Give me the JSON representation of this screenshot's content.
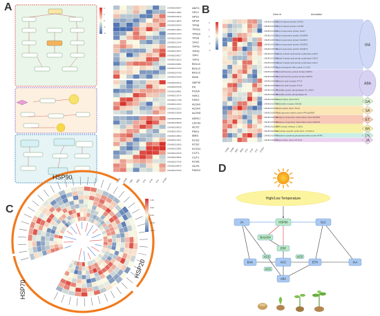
{
  "panel_letters": [
    "A",
    "B",
    "C",
    "D"
  ],
  "panel_a": {
    "scale_ticks": [
      "2",
      "1",
      "0",
      "-1",
      "-2"
    ],
    "columns": [
      "70HM",
      "70HM",
      "6M0",
      "3MQ",
      "2TO",
      "2TW",
      "2TC",
      "2TWO"
    ],
    "genes": [
      {
        "id": "CMHB1008067",
        "name": "AMY1.1"
      },
      {
        "id": "CMHB1014884",
        "name": "CEL1"
      },
      {
        "id": "CMHB1003912",
        "name": "SPS1"
      },
      {
        "id": "CMHB1018864",
        "name": "SPS4"
      },
      {
        "id": "CMHB1005604",
        "name": "TPS8"
      },
      {
        "id": "CMHB1019864",
        "name": "TPS11"
      },
      {
        "id": "CMHB1012154",
        "name": "TPS10"
      },
      {
        "id": "CMHB1019005",
        "name": "TPS9"
      },
      {
        "id": "CMHB1013144",
        "name": "TPS7"
      },
      {
        "id": "CMHB1002211",
        "name": "TPPD"
      },
      {
        "id": "CMHB1016057",
        "name": "TPPD"
      },
      {
        "id": "CMHB1009817",
        "name": "TPPI"
      },
      {
        "id": "CMHB1018222",
        "name": "TPP3"
      },
      {
        "id": "CMHB1009981",
        "name": "BGLU44"
      },
      {
        "id": "CMHB1016752",
        "name": "BGLU17"
      },
      {
        "id": "CMHB1007430",
        "name": "BGLU12"
      },
      {
        "id": "CMHB1029168",
        "name": "INVA"
      },
      {
        "id": "CMHB1000013",
        "name": "G6P1E"
      },
      {
        "id": "CMHB1005348",
        "name": "PK"
      },
      {
        "id": "CMHB1008981",
        "name": "PCKA"
      },
      {
        "id": "CMHB1016374",
        "name": "HXK1"
      },
      {
        "id": "CMHB1017798",
        "name": "HXK2"
      },
      {
        "id": "CMHB1014603",
        "name": "ALDH3F1"
      },
      {
        "id": "CMHB1002322",
        "name": "ALDH7B1"
      },
      {
        "id": "CMHB1018508",
        "name": "ALDH1A1"
      },
      {
        "id": "CMHB1000000",
        "name": "ADHL3"
      },
      {
        "id": "CMHB1008690",
        "name": "LACS8"
      },
      {
        "id": "CMHB1008915",
        "name": "ACX2"
      },
      {
        "id": "CMHB1015943",
        "name": "PED1"
      },
      {
        "id": "CMHB1019862",
        "name": "IBR3"
      },
      {
        "id": "CMHB1014327",
        "name": "KCS2"
      },
      {
        "id": "CMHB1016990",
        "name": "KCS2"
      },
      {
        "id": "CMHB1022881",
        "name": "KCS11"
      },
      {
        "id": "CMHB1024518",
        "name": "CUT1"
      },
      {
        "id": "CMHB1025892",
        "name": "CUT1"
      },
      {
        "id": "CMHB1027309",
        "name": "KCS6"
      },
      {
        "id": "CMHB1008875",
        "name": "GLPK"
      },
      {
        "id": "CMHB1028780",
        "name": "FAD12"
      }
    ]
  },
  "panel_b": {
    "header_gene": "Gene id",
    "header_annotation": "Annotation",
    "scale_ticks": [
      "2",
      "1",
      "0",
      "-1",
      "-2"
    ],
    "columns": [
      "70HM",
      "70HM",
      "6M0",
      "3MQ",
      "2TO",
      "2TW",
      "2TC",
      "2TWO"
    ],
    "rows": [
      {
        "id": "CMHB1002545",
        "ann": "Auxin-induced protein AUX11"
      },
      {
        "id": "CMHB1016505",
        "ann": "Auxin-induced protein AUX28"
      },
      {
        "id": "CMHB1011909",
        "ann": "Auxin-responsive protein IAA27"
      },
      {
        "id": "CMHB1014256",
        "ann": "Auxin-responsive protein SAUR50"
      },
      {
        "id": "CMHB1009714",
        "ann": "Auxin-responsive protein SAUR71"
      },
      {
        "id": "CMHB1003160",
        "ann": "Auxin-responsive protein SAUR32"
      },
      {
        "id": "CMHB1025782",
        "ann": "Auxin-responsive protein SAUR72"
      },
      {
        "id": "CMHB1017613",
        "ann": "Indole-3-acetic acid-amido synthetase GH3.6"
      },
      {
        "id": "CMHB1013064",
        "ann": "Indole-3-acetic acid-amido synthetase GH3.5"
      },
      {
        "id": "CMHB1003376",
        "ann": "Indole-3-acetic acid-amido synthetase GH3.1"
      },
      {
        "id": "CMHB1020981",
        "ann": "Auxin transporter-like protein 2 LAX2"
      },
      {
        "id": "CMHB1004963",
        "ann": "Serine/threonine-protein kinase SAPK1"
      },
      {
        "id": "CMHB1008405",
        "ann": "Serine/threonine-protein kinase SAPK3"
      },
      {
        "id": "CMHB1019600",
        "ann": "Abscisic acid receptor PYL4"
      },
      {
        "id": "CMHB1010604",
        "ann": "Abscisic acid receptor PYL8"
      },
      {
        "id": "CMHB1020125",
        "ann": "Probable protein phosphatase 2C, AHG1"
      },
      {
        "id": "CMHB1009788",
        "ann": "Probable protein phosphatase 16"
      },
      {
        "id": "CMHB1022664",
        "ann": "Transcription factor PIF3"
      },
      {
        "id": "CMHB1013780",
        "ann": "Gibberellin receptor GID1B"
      },
      {
        "id": "CMHB1007101",
        "ann": "Transcription factor TGA1"
      },
      {
        "id": "CMHB1026671",
        "ann": "Pathogenesis-related protein PR1/gDR03"
      },
      {
        "id": "CMHB1020159",
        "ann": "Ethylene-responsive transcription factor ERF38"
      },
      {
        "id": "CMHB1015193",
        "ann": "Ethylene-responsive transcription factor ERF18"
      },
      {
        "id": "CMHB1012654",
        "ann": "BRI1 kinase inhibitor 1, BKI1"
      },
      {
        "id": "CMHB1024869",
        "ann": "G2/mitotic-specific cyclin D3-2, CYCD3-2"
      },
      {
        "id": "CMHB1001479",
        "ann": "Histidine-containing phosphotransfer protein AHP1"
      },
      {
        "id": "CMHB1020868",
        "ann": "Transcription factor MYC2/4"
      }
    ],
    "groups": [
      "IAA",
      "ABA",
      "GA",
      "SA",
      "ET",
      "BR",
      "CK",
      "JA"
    ]
  },
  "panel_c": {
    "labels": [
      "HSP90",
      "HSP70",
      "HSP20"
    ],
    "scale_ticks": [
      "1.00",
      "0.50",
      "0.00",
      "-0.50",
      "-1.00"
    ]
  },
  "panel_d": {
    "sun_label": "High/Low Temperature",
    "nodes": [
      "JA",
      "HSP90",
      "SLC",
      "BALK54",
      "ERF",
      "BAK",
      "ACC",
      "ACS",
      "ACS",
      "ACC",
      "ETH",
      "IAA",
      "ABA"
    ]
  },
  "colors": {
    "heat_high": "#d7312b",
    "heat_mid": "#fbfbe4",
    "heat_low": "#4a6fb0",
    "orange": "#f07a1f",
    "node_blue": "#a9c9f2",
    "node_green": "#b8ecc6"
  }
}
